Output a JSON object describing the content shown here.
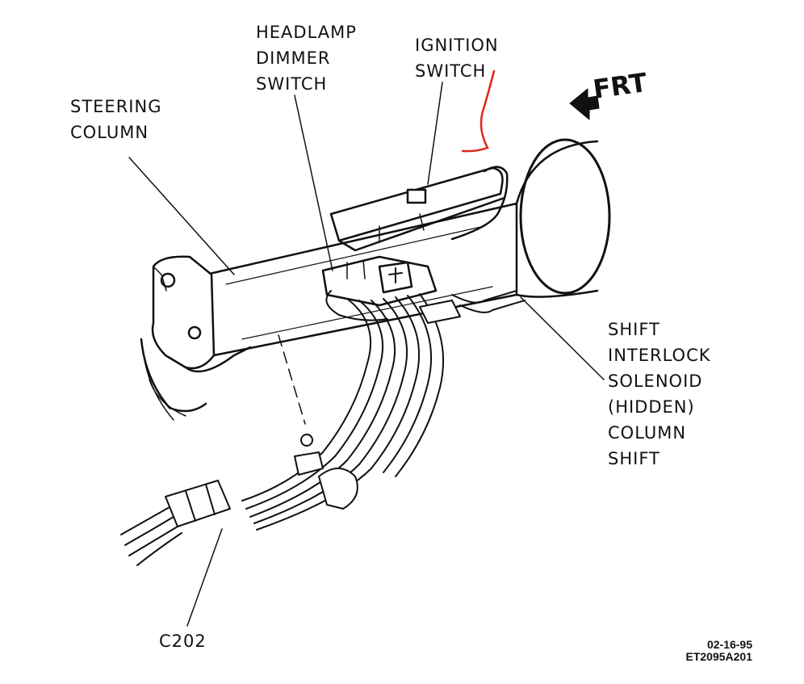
{
  "labels": {
    "headlamp": [
      "HEADLAMP",
      "DIMMER",
      "SWITCH"
    ],
    "ignition": [
      "IGNITION",
      "SWITCH"
    ],
    "steering": [
      "STEERING",
      "COLUMN"
    ],
    "shift": [
      "SHIFT",
      "INTERLOCK",
      "SOLENOID",
      "(HIDDEN)",
      "COLUMN",
      "SHIFT"
    ],
    "c202": "C202",
    "frt": "FRT"
  },
  "footer": {
    "date": "02-16-95",
    "code": "ET2095A201"
  },
  "colors": {
    "ink": "#111111",
    "annotation": "#e0261b"
  },
  "icons": {
    "front_arrow": "arrow-left-icon"
  }
}
